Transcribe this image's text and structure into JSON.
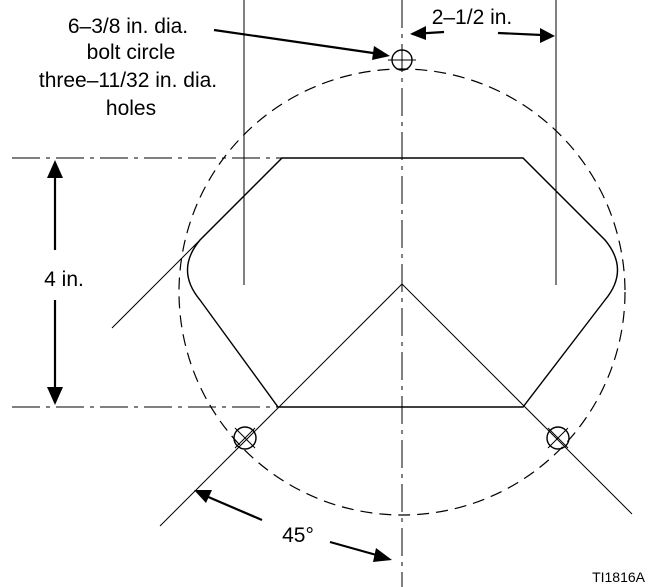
{
  "labels": {
    "bolt_line1": "6–3/8 in. dia.",
    "bolt_line2": "bolt circle",
    "bolt_line3": "three–11/32 in. dia.",
    "bolt_line4": "holes",
    "spacing": "2–1/2 in.",
    "height": "4 in.",
    "angle": "45°",
    "figure_id": "TI1816A"
  }
}
